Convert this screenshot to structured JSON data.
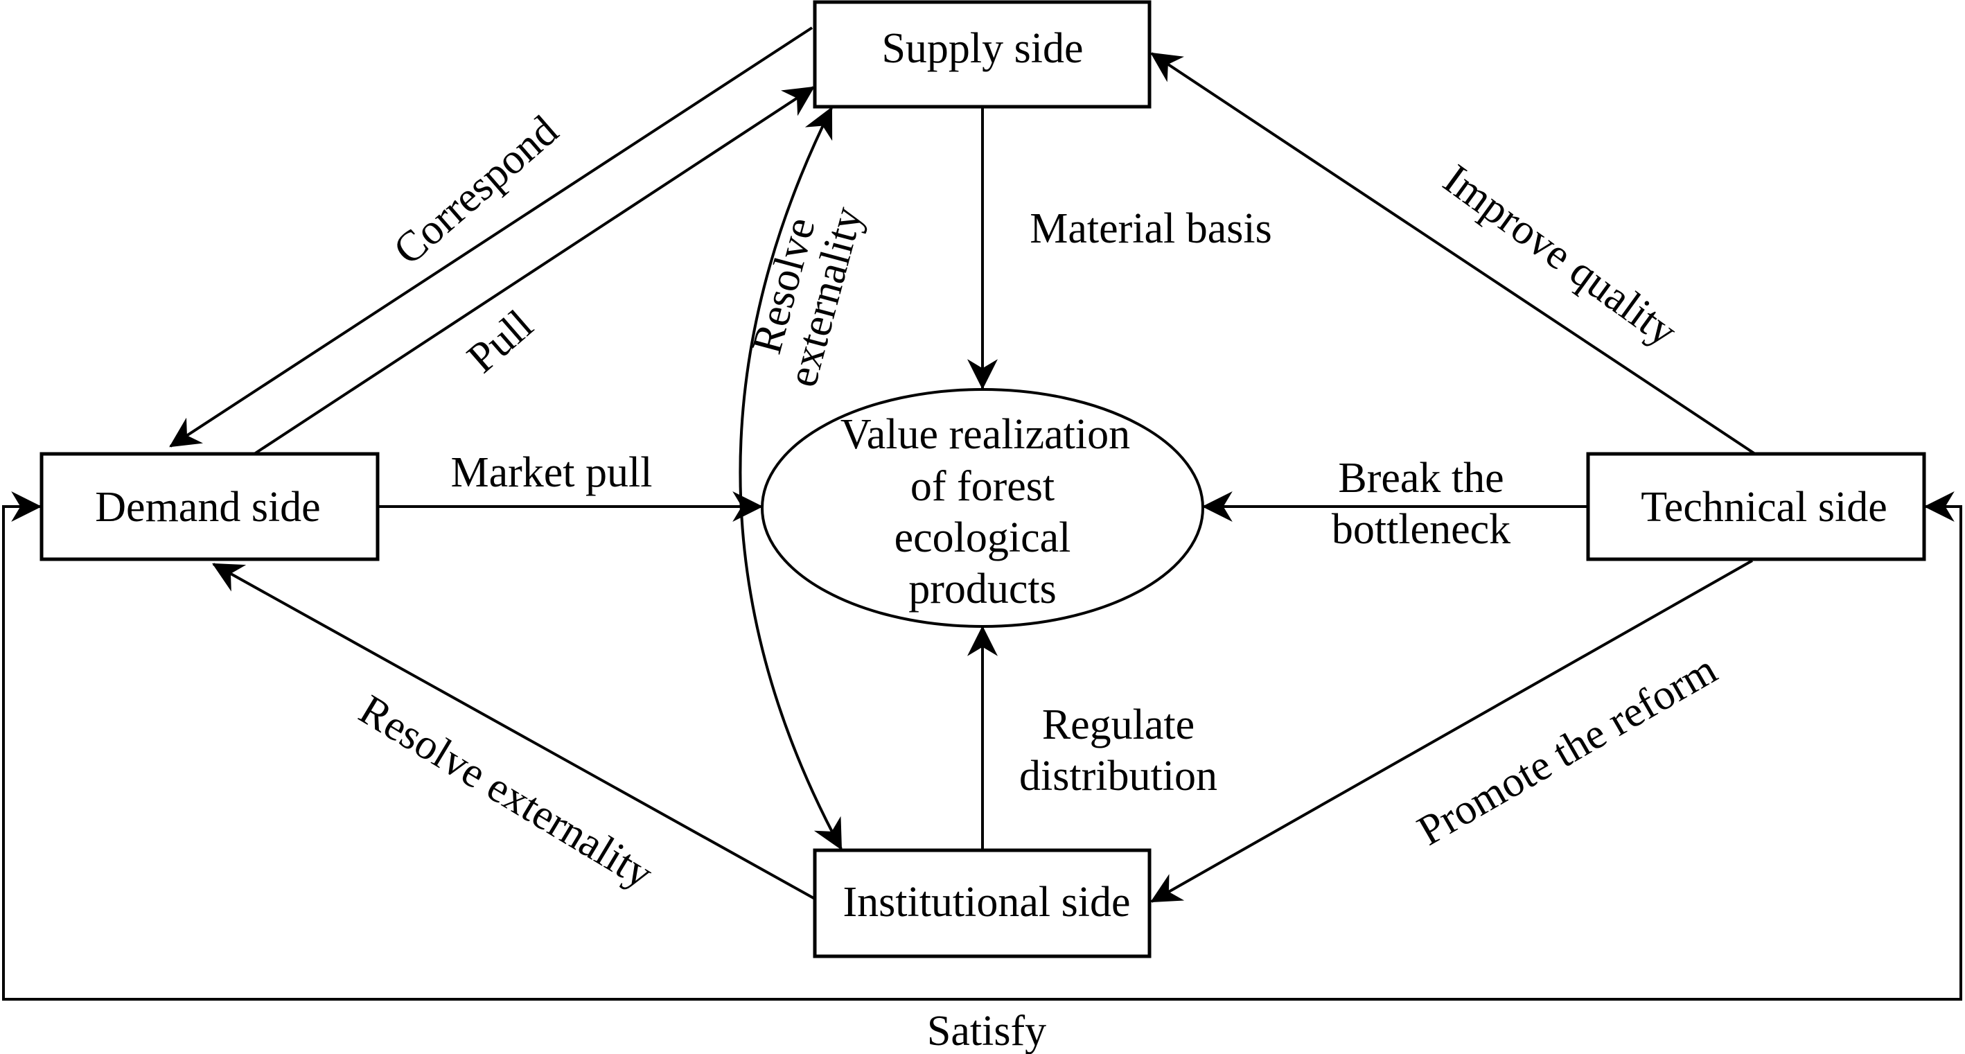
{
  "diagram": {
    "nodes": {
      "supply": "Supply side",
      "demand": "Demand side",
      "technical": "Technical side",
      "institutional": "Institutional side",
      "center": [
        "Value realization",
        "of forest",
        "ecological",
        "products"
      ]
    },
    "edges": {
      "correspond": "Correspond",
      "pull": "Pull",
      "resolve_externality_curve": [
        "Resolve",
        "externality"
      ],
      "material_basis": "Material basis",
      "improve_quality": "Improve quality",
      "market_pull": "Market pull",
      "break_bottleneck": [
        "Break the",
        "bottleneck"
      ],
      "regulate_distribution": [
        "Regulate",
        "distribution"
      ],
      "resolve_externality": "Resolve externality",
      "promote_reform": "Promote the reform",
      "satisfy": "Satisfy"
    },
    "colors": {
      "stroke": "#000000",
      "background": "#ffffff"
    }
  }
}
